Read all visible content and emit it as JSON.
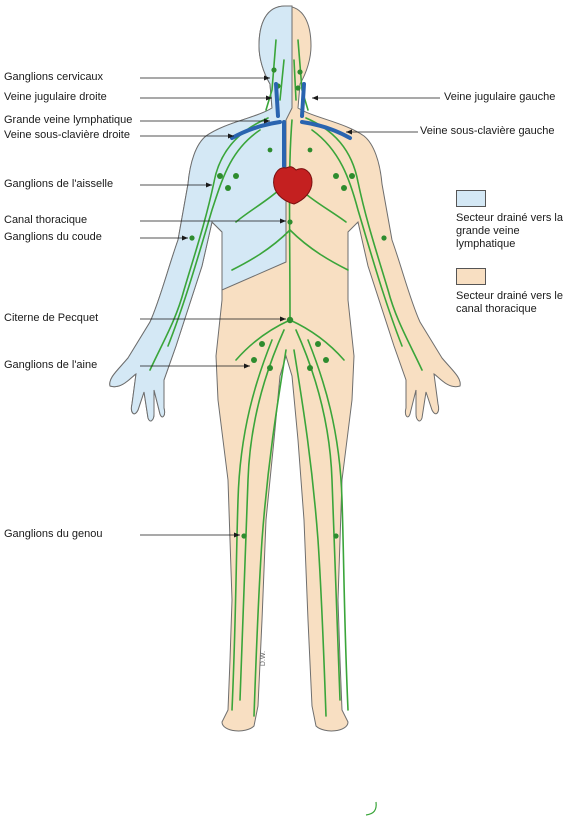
{
  "labels": {
    "left": [
      "Ganglions cervicaux",
      "Veine jugulaire droite",
      "Grande veine lymphatique",
      "Veine sous-clavière droite",
      "Ganglions de l'aisselle",
      "Canal thoracique",
      "Ganglions du coude",
      "Citerne de Pecquet",
      "Ganglions de l'aine",
      "Ganglions du genou"
    ],
    "right": [
      "Veine jugulaire gauche",
      "Veine sous-clavière gauche"
    ]
  },
  "legend": {
    "items": [
      {
        "text": "Secteur drainé vers la grande veine lymphatique",
        "color": "#d4e8f5"
      },
      {
        "text": "Secteur drainé vers le canal thoracique",
        "color": "#f8dfc2"
      }
    ]
  },
  "signature": "D.W.",
  "colors": {
    "skin_thoracic": "#f8dfc2",
    "skin_lymphatic": "#d4e8f5",
    "outline": "#6e6e6e",
    "lymph_vessel": "#3aa53a",
    "node": "#2e8c2e",
    "vein": "#2a64b0",
    "heart": "#c42020"
  }
}
